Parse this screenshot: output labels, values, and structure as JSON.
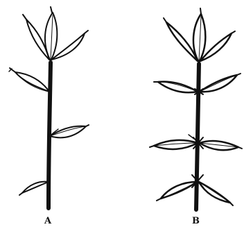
{
  "figure": {
    "labels": {
      "a": "A",
      "b": "B"
    },
    "ink_color": "#111111",
    "paper_color": "#ffffff",
    "plants": [
      {
        "id": "a",
        "arrangement": "alternate",
        "leaf_nodes": 4,
        "terminal_bud": true
      },
      {
        "id": "b",
        "arrangement": "opposite",
        "leaf_nodes": 4,
        "terminal_bud": true
      }
    ]
  }
}
